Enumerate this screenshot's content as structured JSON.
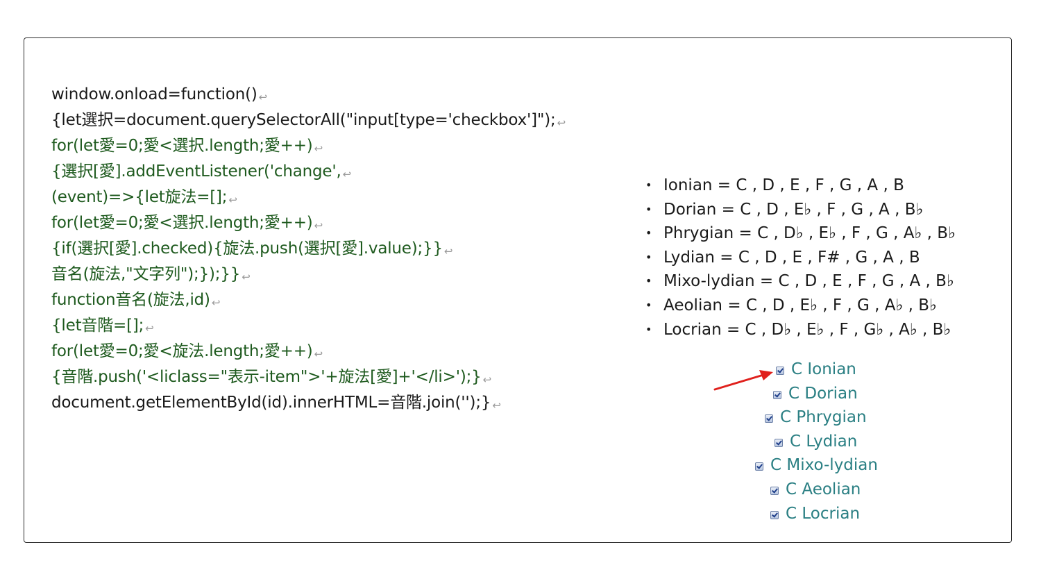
{
  "code_lines": [
    {
      "text": "window.onload=function()",
      "color": "dark"
    },
    {
      "text": "{let選択=document.querySelectorAll(\"input[type='checkbox']\");",
      "color": "dark"
    },
    {
      "text": "for(let愛=0;愛<選択.length;愛++)",
      "color": "green"
    },
    {
      "text": "{選択[愛].addEventListener('change',",
      "color": "green"
    },
    {
      "text": "(event)=>{let旋法=[];",
      "color": "green"
    },
    {
      "text": "for(let愛=0;愛<選択.length;愛++)",
      "color": "green"
    },
    {
      "text": "{if(選択[愛].checked){旋法.push(選択[愛].value);}}",
      "color": "green"
    },
    {
      "text": "音名(旋法,\"文字列\");});}}",
      "color": "green"
    },
    {
      "text": "function音名(旋法,id)",
      "color": "green"
    },
    {
      "text": "{let音階=[];",
      "color": "green"
    },
    {
      "text": "for(let愛=0;愛<旋法.length;愛++)",
      "color": "green"
    },
    {
      "text": "{音階.push('<liclass=\"表示-item\">'+旋法[愛]+'</li>');}",
      "color": "green"
    },
    {
      "text": "document.getElementById(id).innerHTML=音階.join('');}",
      "color": "dark"
    }
  ],
  "modes": [
    "Ionian = C , D , E , F , G , A , B",
    "Dorian = C , D , E♭ , F , G , A , B♭",
    "Phrygian = C , D♭ , E♭ , F , G , A♭ , B♭",
    "Lydian = C , D , E , F# , G , A , B",
    "Mixo-lydian = C , D , E , F , G , A , B♭",
    "Aeolian = C , D , E♭ , F , G , A♭ , B♭",
    "Locrian = C , D♭ , E♭ , F , G♭ , A♭ , B♭"
  ],
  "checkboxes": [
    {
      "label": "C Ionian",
      "checked": true
    },
    {
      "label": "C Dorian",
      "checked": true
    },
    {
      "label": "C Phrygian",
      "checked": true
    },
    {
      "label": "C Lydian",
      "checked": true
    },
    {
      "label": "C Mixo-lydian",
      "checked": true
    },
    {
      "label": "C Aeolian",
      "checked": true
    },
    {
      "label": "C Locrian",
      "checked": true
    }
  ],
  "colors": {
    "code_dark": "#1a1a1a",
    "code_green": "#1e5a1e",
    "checkbox_label": "#2a7f83",
    "arrow": "#e0201c"
  }
}
